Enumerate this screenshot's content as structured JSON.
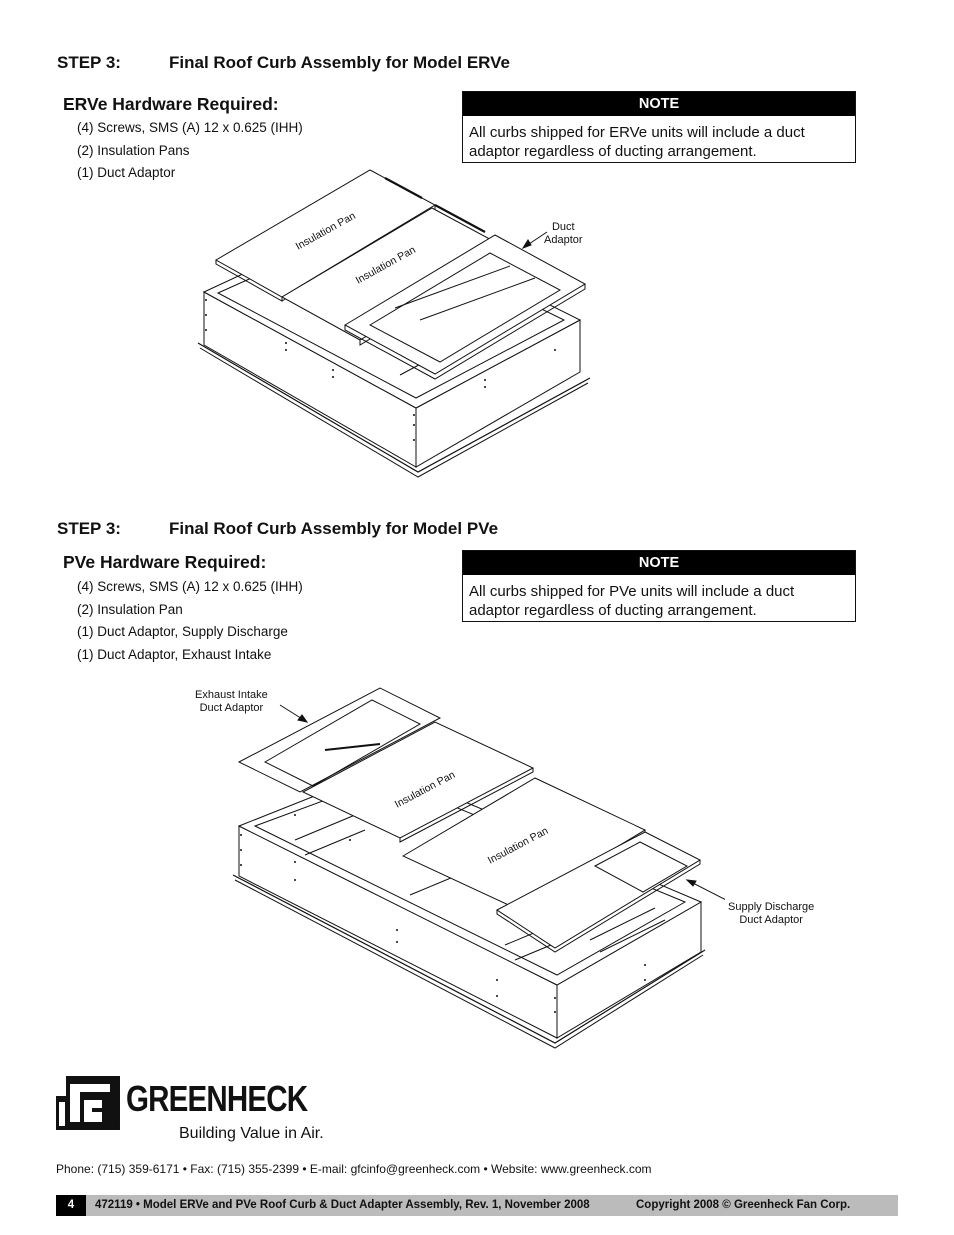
{
  "step1": {
    "number": "STEP 3:",
    "title": "Final Roof Curb Assembly for Model ERVe",
    "hardware_title": "ERVe Hardware Required:",
    "hardware_items": [
      "(4) Screws, SMS (A) 12 x 0.625 (IHH)",
      "(2) Insulation Pans",
      "(1) Duct Adaptor"
    ],
    "note_heading": "NOTE",
    "note_line1": "All curbs shipped for ERVe units will include a duct",
    "note_line2": "adaptor regardless of ducting arrangement.",
    "diagram": {
      "pan_label_1": "Insulation Pan",
      "pan_label_2": "Insulation Pan",
      "duct_label_1": "Duct",
      "duct_label_2": "Adaptor"
    }
  },
  "step2": {
    "number": "STEP 3:",
    "title": "Final Roof Curb Assembly for Model PVe",
    "hardware_title": "PVe Hardware Required:",
    "hardware_items": [
      "(4) Screws, SMS (A) 12 x 0.625 (IHH)",
      "(2) Insulation Pan",
      "(1) Duct Adaptor, Supply Discharge",
      "(1) Duct Adaptor, Exhaust Intake"
    ],
    "note_heading": "NOTE",
    "note_line1": "All curbs shipped for PVe units will include a duct",
    "note_line2": "adaptor regardless of ducting arrangement.",
    "diagram": {
      "exhaust_label_1": "Exhaust Intake",
      "exhaust_label_2": "Duct Adaptor",
      "pan_label_1": "Insulation Pan",
      "pan_label_2": "Insulation Pan",
      "supply_label_1": "Supply Discharge",
      "supply_label_2": "Duct Adaptor"
    }
  },
  "logo": {
    "brand": "GREENHECK",
    "tagline": "Building Value in Air.",
    "registered": "®"
  },
  "footer": {
    "contact": "Phone: (715) 359-6171 • Fax: (715) 355-2399 • E-mail: gfcinfo@greenheck.com • Website: www.greenheck.com",
    "page_number": "4",
    "doc_info": "472119 • Model ERVe and PVe Roof Curb & Duct Adapter Assembly, Rev. 1, November 2008",
    "copyright": "Copyright 2008 © Greenheck Fan Corp."
  },
  "colors": {
    "ink": "#111111",
    "note_header_bg": "#000000",
    "footer_rule": "#bbbbbb"
  }
}
